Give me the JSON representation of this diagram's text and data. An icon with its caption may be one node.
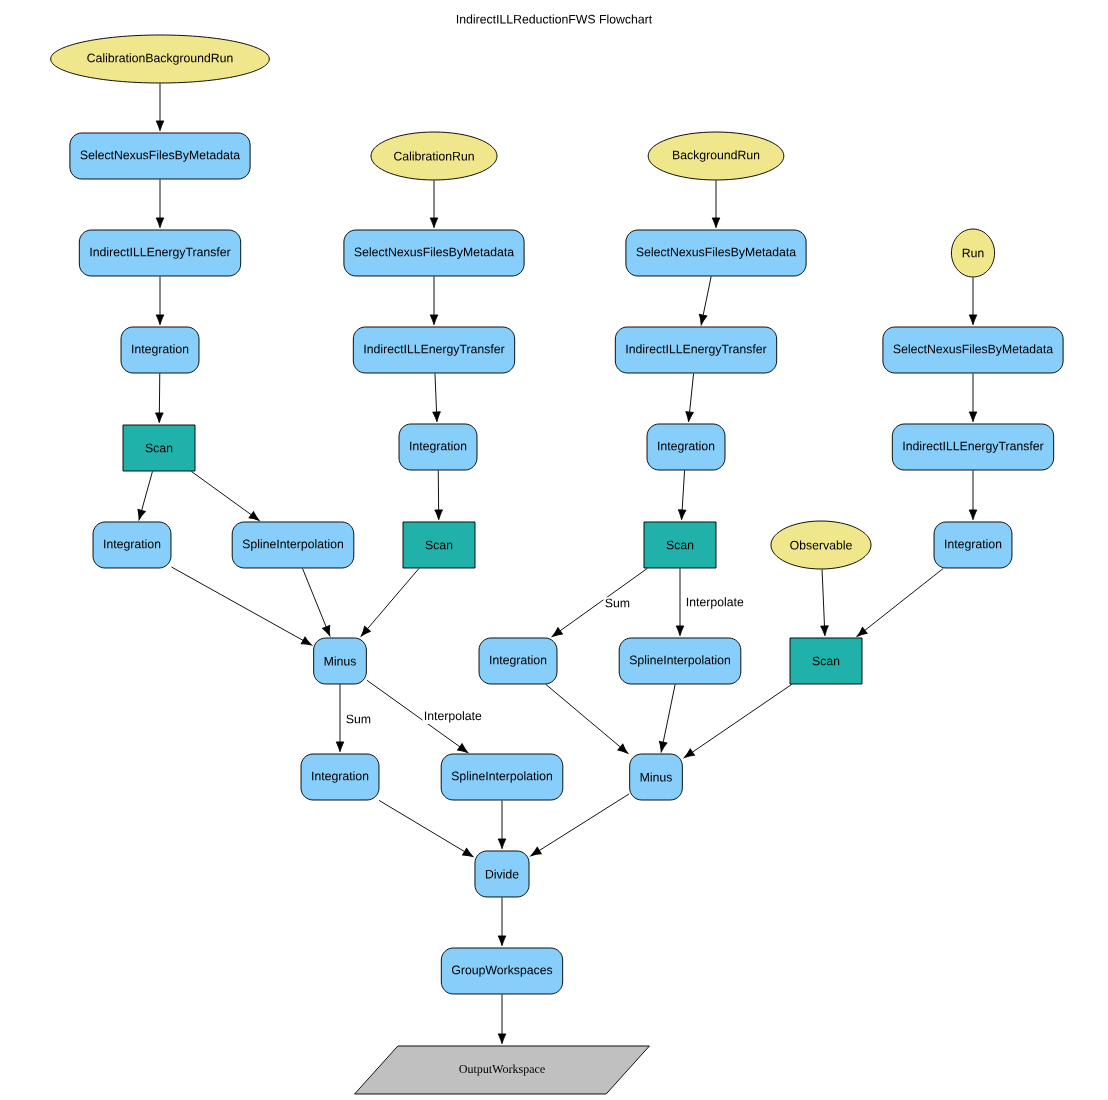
{
  "diagram": {
    "title": "IndirectILLReductionFWS Flowchart",
    "nodes": [
      {
        "text": [
          "CalibrationBackgroundRun"
        ]
      },
      {
        "text": [
          "SelectNexusFilesByMetadata"
        ]
      },
      {
        "text": [
          "IndirectILLEnergyTransfer"
        ]
      },
      {
        "text": [
          "Integration"
        ]
      },
      {
        "text": [
          "Scan"
        ]
      },
      {
        "text": [
          "Integration"
        ]
      },
      {
        "text": [
          "SplineInterpolation"
        ]
      },
      {
        "text": [
          "CalibrationRun"
        ]
      },
      {
        "text": [
          "SelectNexusFilesByMetadata"
        ]
      },
      {
        "text": [
          "IndirectILLEnergyTransfer"
        ]
      },
      {
        "text": [
          "Integration"
        ]
      },
      {
        "text": [
          "Scan"
        ]
      },
      {
        "text": [
          "Minus"
        ]
      },
      {
        "text": [
          "BackgroundRun"
        ]
      },
      {
        "text": [
          "SelectNexusFilesByMetadata"
        ]
      },
      {
        "text": [
          "IndirectILLEnergyTransfer"
        ]
      },
      {
        "text": [
          "Integration"
        ]
      },
      {
        "text": [
          "Scan"
        ]
      },
      {
        "text": [
          "Run"
        ]
      },
      {
        "text": [
          "SelectNexusFilesByMetadata"
        ]
      },
      {
        "text": [
          "IndirectILLEnergyTransfer"
        ]
      },
      {
        "text": [
          "Observable"
        ]
      },
      {
        "text": [
          "Integration"
        ]
      },
      {
        "text": [
          "Integration"
        ]
      },
      {
        "text": [
          "SplineInterpolation"
        ]
      },
      {
        "text": [
          "Scan"
        ]
      },
      {
        "text": [
          "Integration"
        ]
      },
      {
        "text": [
          "SplineInterpolation"
        ]
      },
      {
        "text": [
          "Minus"
        ]
      },
      {
        "text": [
          "Divide"
        ]
      },
      {
        "text": [
          "GroupWorkspaces"
        ]
      },
      {
        "text": [
          "OutputWorkspace"
        ]
      }
    ],
    "edges": [
      {
        "from": 0,
        "to": 1,
        "arrow": "to"
      },
      {
        "from": 1,
        "to": 2,
        "arrow": "to"
      },
      {
        "from": 2,
        "to": 3,
        "arrow": "to"
      },
      {
        "from": 3,
        "to": 4,
        "arrow": "to"
      },
      {
        "from": 4,
        "to": 5,
        "arrow": "to"
      },
      {
        "from": 4,
        "to": 6,
        "arrow": "to"
      },
      {
        "from": 5,
        "to": 12,
        "arrow": "to"
      },
      {
        "from": 6,
        "to": 12,
        "arrow": "to"
      },
      {
        "from": 11,
        "to": 12,
        "arrow": "to"
      },
      {
        "from": 7,
        "to": 8,
        "arrow": "to"
      },
      {
        "from": 8,
        "to": 9,
        "arrow": "to"
      },
      {
        "from": 9,
        "to": 10,
        "arrow": "to"
      },
      {
        "from": 10,
        "to": 11,
        "arrow": "to"
      },
      {
        "from": 13,
        "to": 14,
        "arrow": "to"
      },
      {
        "from": 14,
        "to": 15,
        "arrow": "to"
      },
      {
        "from": 15,
        "to": 16,
        "arrow": "to"
      },
      {
        "from": 16,
        "to": 17,
        "arrow": "to"
      },
      {
        "from": 17,
        "to": 23,
        "arrow": "to",
        "label": "Sum"
      },
      {
        "from": 17,
        "to": 24,
        "arrow": "to",
        "label": "Interpolate"
      },
      {
        "from": 18,
        "to": 19,
        "arrow": "to"
      },
      {
        "from": 19,
        "to": 20,
        "arrow": "to"
      },
      {
        "from": 20,
        "to": 22,
        "arrow": "to"
      },
      {
        "from": 21,
        "to": 25,
        "arrow": "to"
      },
      {
        "from": 22,
        "to": 25,
        "arrow": "to"
      },
      {
        "from": 23,
        "to": 28,
        "arrow": "to"
      },
      {
        "from": 24,
        "to": 28,
        "arrow": "to"
      },
      {
        "from": 25,
        "to": 28,
        "arrow": "to"
      },
      {
        "from": 12,
        "to": 26,
        "arrow": "to",
        "label": "Sum"
      },
      {
        "from": 12,
        "to": 27,
        "arrow": "to",
        "label": "Interpolate"
      },
      {
        "from": 26,
        "to": 29,
        "arrow": "to"
      },
      {
        "from": 27,
        "to": 29,
        "arrow": "to"
      },
      {
        "from": 28,
        "to": 29,
        "arrow": "to"
      },
      {
        "from": 29,
        "to": 30,
        "arrow": "to"
      },
      {
        "from": 30,
        "to": 31,
        "arrow": "to"
      }
    ]
  }
}
